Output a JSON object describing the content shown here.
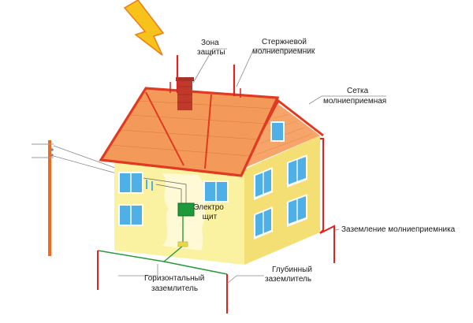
{
  "labels": {
    "protection_zone": [
      "Зона",
      "защиты"
    ],
    "rod_arrester": [
      "Стержневой",
      "молниеприемник"
    ],
    "arrester_mesh": [
      "Сетка",
      "молниеприемная"
    ],
    "electrical_panel": [
      "Электро",
      "щит"
    ],
    "arrester_grounding": [
      "Заземление молниеприемника"
    ],
    "deep_ground_electrode": [
      "Глубинный",
      "заземлитель"
    ],
    "horizontal_ground_electrode": [
      "Горизонтальный",
      "заземлитель"
    ]
  },
  "colors": {
    "roof": "#f39a5a",
    "roof_edge": "#e03a20",
    "wall_front": "#faf2a0",
    "wall_side": "#f3df74",
    "window_glass": "#4fb0e8",
    "conductor_red": "#e0231e",
    "ground_green": "#2a9a3a",
    "pole_orange": "#f06a1e",
    "lightning_yellow": "#f7c21a",
    "lightning_orange": "#ef7d12",
    "chimney": "#c0392b",
    "panel_green": "#1f9a3a"
  }
}
